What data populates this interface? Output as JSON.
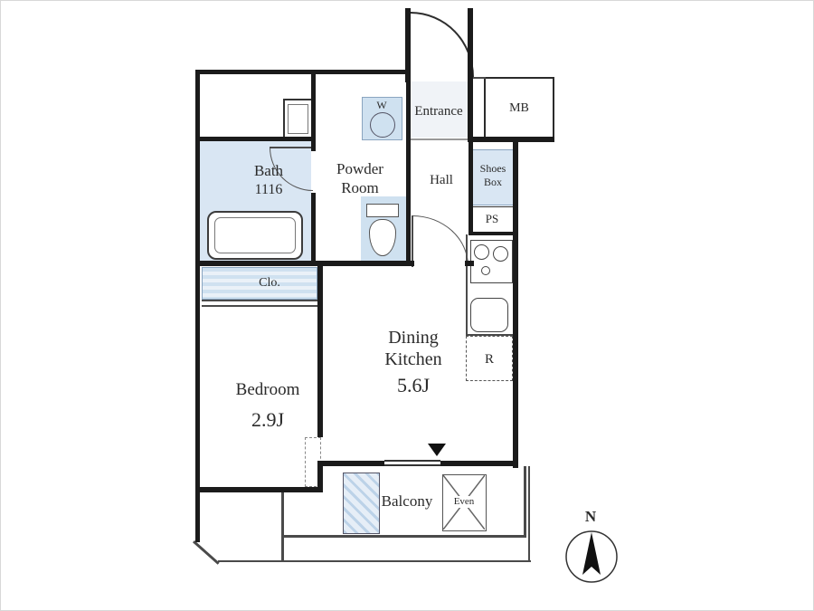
{
  "colors": {
    "wall": "#1b1b1b",
    "shade": "#d9e6f3",
    "shade_strong": "#cfe1f0",
    "line": "#4a4a4a",
    "text": "#2b2b2b"
  },
  "rooms": {
    "entrance": {
      "label": "Entrance"
    },
    "mb": {
      "label": "MB"
    },
    "bath": {
      "label": "Bath",
      "size": "1116"
    },
    "powder_room": {
      "line1": "Powder",
      "line2": "Room"
    },
    "hall": {
      "label": "Hall"
    },
    "shoes_box": {
      "line1": "Shoes",
      "line2": "Box"
    },
    "ps": {
      "label": "PS"
    },
    "dining_kitchen": {
      "line1": "Dining",
      "line2": "Kitchen",
      "size": "5.6J"
    },
    "bedroom": {
      "label": "Bedroom",
      "size": "2.9J"
    },
    "closet": {
      "label": "Clo."
    },
    "balcony": {
      "label": "Balcony"
    }
  },
  "fixtures": {
    "washer": {
      "label": "W"
    },
    "refrigerator": {
      "label": "R"
    },
    "evac_hatch": {
      "label": "Even"
    }
  },
  "compass": {
    "north": "N"
  }
}
